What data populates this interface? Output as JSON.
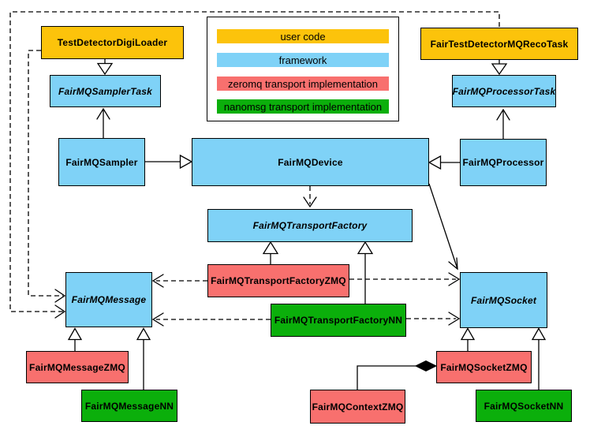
{
  "colors": {
    "user_code": "#FCC30B",
    "framework": "#7FD2F7",
    "zeromq": "#F8706E",
    "nanomsg": "#0BAF0B",
    "line": "#000000",
    "background": "#FFFFFF"
  },
  "legend": {
    "items": [
      {
        "key": "user_code",
        "label": "user code"
      },
      {
        "key": "framework",
        "label": "framework"
      },
      {
        "key": "zeromq",
        "label": "zeromq transport implementation"
      },
      {
        "key": "nanomsg",
        "label": "nanomsg transport implementation"
      }
    ]
  },
  "nodes": {
    "test_detector_digi_loader": {
      "label": "TestDetectorDigiLoader",
      "category": "user_code",
      "abstract": false
    },
    "fair_mq_sampler_task": {
      "label": "FairMQSamplerTask",
      "category": "framework",
      "abstract": true
    },
    "fair_test_detector_mq_reco_task": {
      "label": "FairTestDetectorMQRecoTask",
      "category": "user_code",
      "abstract": false
    },
    "fair_mq_processor_task": {
      "label": "FairMQProcessorTask",
      "category": "framework",
      "abstract": true
    },
    "fair_mq_sampler": {
      "label": "FairMQSampler",
      "category": "framework",
      "abstract": false
    },
    "fair_mq_device": {
      "label": "FairMQDevice",
      "category": "framework",
      "abstract": false
    },
    "fair_mq_processor": {
      "label": "FairMQProcessor",
      "category": "framework",
      "abstract": false
    },
    "fair_mq_transport_factory": {
      "label": "FairMQTransportFactory",
      "category": "framework",
      "abstract": true
    },
    "fair_mq_transport_factory_zmq": {
      "label": "FairMQTransportFactoryZMQ",
      "category": "zeromq",
      "abstract": false
    },
    "fair_mq_transport_factory_nn": {
      "label": "FairMQTransportFactoryNN",
      "category": "nanomsg",
      "abstract": false
    },
    "fair_mq_message": {
      "label": "FairMQMessage",
      "category": "framework",
      "abstract": true
    },
    "fair_mq_socket": {
      "label": "FairMQSocket",
      "category": "framework",
      "abstract": true
    },
    "fair_mq_message_zmq": {
      "label": "FairMQMessageZMQ",
      "category": "zeromq",
      "abstract": false
    },
    "fair_mq_message_nn": {
      "label": "FairMQMessageNN",
      "category": "nanomsg",
      "abstract": false
    },
    "fair_mq_context_zmq": {
      "label": "FairMQContextZMQ",
      "category": "zeromq",
      "abstract": false
    },
    "fair_mq_socket_zmq": {
      "label": "FairMQSocketZMQ",
      "category": "zeromq",
      "abstract": false
    },
    "fair_mq_socket_nn": {
      "label": "FairMQSocketNN",
      "category": "nanomsg",
      "abstract": false
    }
  },
  "edges": [
    {
      "type": "inheritance",
      "from": "test_detector_digi_loader",
      "to": "fair_mq_sampler_task"
    },
    {
      "type": "inheritance",
      "from": "fair_test_detector_mq_reco_task",
      "to": "fair_mq_processor_task"
    },
    {
      "type": "association",
      "from": "fair_mq_sampler",
      "to": "fair_mq_sampler_task"
    },
    {
      "type": "association",
      "from": "fair_mq_processor",
      "to": "fair_mq_processor_task"
    },
    {
      "type": "inheritance",
      "from": "fair_mq_sampler",
      "to": "fair_mq_device"
    },
    {
      "type": "inheritance",
      "from": "fair_mq_processor",
      "to": "fair_mq_device"
    },
    {
      "type": "dependency",
      "from": "fair_mq_device",
      "to": "fair_mq_transport_factory"
    },
    {
      "type": "association",
      "from": "fair_mq_device",
      "to": "fair_mq_socket"
    },
    {
      "type": "inheritance",
      "from": "fair_mq_transport_factory_zmq",
      "to": "fair_mq_transport_factory"
    },
    {
      "type": "inheritance",
      "from": "fair_mq_transport_factory_nn",
      "to": "fair_mq_transport_factory"
    },
    {
      "type": "dependency",
      "from": "fair_mq_transport_factory_zmq",
      "to": "fair_mq_message"
    },
    {
      "type": "dependency",
      "from": "fair_mq_transport_factory_nn",
      "to": "fair_mq_message"
    },
    {
      "type": "dependency",
      "from": "fair_mq_transport_factory_zmq",
      "to": "fair_mq_socket"
    },
    {
      "type": "dependency",
      "from": "fair_mq_transport_factory_nn",
      "to": "fair_mq_socket"
    },
    {
      "type": "dependency",
      "from": "test_detector_digi_loader",
      "to": "fair_mq_message"
    },
    {
      "type": "dependency",
      "from": "fair_test_detector_mq_reco_task",
      "to": "fair_mq_message"
    },
    {
      "type": "inheritance",
      "from": "fair_mq_message_zmq",
      "to": "fair_mq_message"
    },
    {
      "type": "inheritance",
      "from": "fair_mq_message_nn",
      "to": "fair_mq_message"
    },
    {
      "type": "inheritance",
      "from": "fair_mq_socket_zmq",
      "to": "fair_mq_socket"
    },
    {
      "type": "inheritance",
      "from": "fair_mq_socket_nn",
      "to": "fair_mq_socket"
    },
    {
      "type": "composition",
      "from": "fair_mq_context_zmq",
      "to": "fair_mq_socket_zmq"
    }
  ]
}
